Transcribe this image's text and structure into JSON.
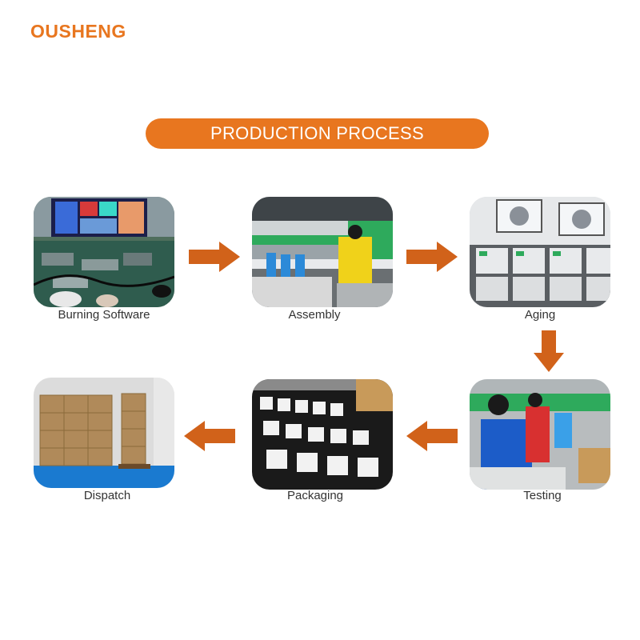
{
  "brand": {
    "name": "OUSHENG"
  },
  "title": "PRODUCTION PROCESS",
  "colors": {
    "accent": "#e8761f",
    "arrow": "#d1621a",
    "caption": "#333333"
  },
  "steps": [
    {
      "label": "Burning Software",
      "icon": "burning-software-photo"
    },
    {
      "label": "Assembly",
      "icon": "assembly-photo"
    },
    {
      "label": "Aging",
      "icon": "aging-photo"
    },
    {
      "label": "Testing",
      "icon": "testing-photo"
    },
    {
      "label": "Packaging",
      "icon": "packaging-photo"
    },
    {
      "label": "Dispatch",
      "icon": "dispatch-photo"
    }
  ],
  "arrows": [
    "arrow-right",
    "arrow-right",
    "arrow-down",
    "arrow-left",
    "arrow-left"
  ]
}
